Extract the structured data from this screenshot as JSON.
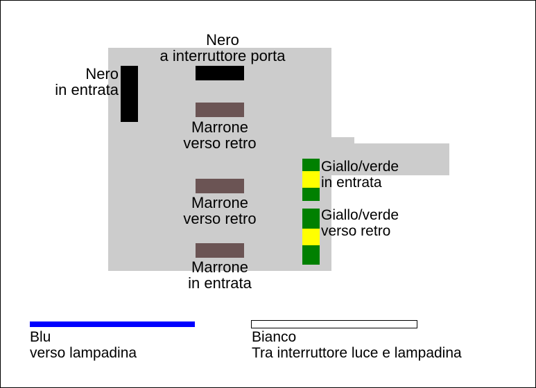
{
  "labels": {
    "nero_porta": [
      "Nero",
      "a interruttore porta"
    ],
    "nero_entrata": [
      "Nero",
      "in entrata"
    ],
    "marrone_retro_1": [
      "Marrone",
      "verso retro"
    ],
    "marrone_retro_2": [
      "Marrone",
      "verso retro"
    ],
    "marrone_entrata": [
      "Marrone",
      "in entrata"
    ],
    "gv_entrata": [
      "Giallo/verde",
      "in entrata"
    ],
    "gv_retro": [
      "Giallo/verde",
      "verso retro"
    ],
    "blu": [
      "Blu",
      "verso lampadina"
    ],
    "bianco": [
      "Bianco",
      "Tra interruttore luce e lampadina"
    ]
  },
  "colors": {
    "box": "#cccccc",
    "nero": "#000000",
    "marrone": "#6b5454",
    "verde": "#008000",
    "giallo": "#ffff00",
    "blu": "#0000ff",
    "bianco": "#ffffff"
  }
}
